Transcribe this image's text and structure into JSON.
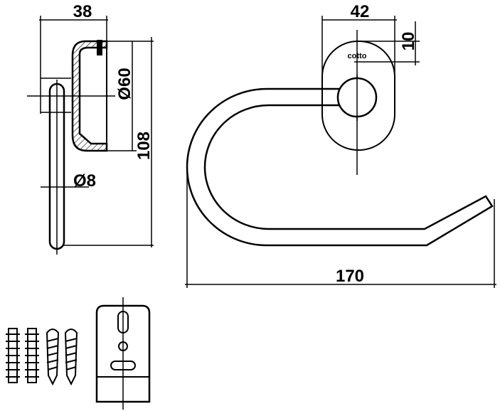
{
  "title": "Toilet roll holder technical drawing",
  "dimensions": {
    "depth": "38",
    "plate_width": "42",
    "logo_offset": "10",
    "plate_diameter": "Ø60",
    "height": "108",
    "rod_diameter": "Ø8",
    "overall_width": "170"
  },
  "logo": "cotto",
  "colors": {
    "line": "#000000",
    "background": "#ffffff"
  }
}
